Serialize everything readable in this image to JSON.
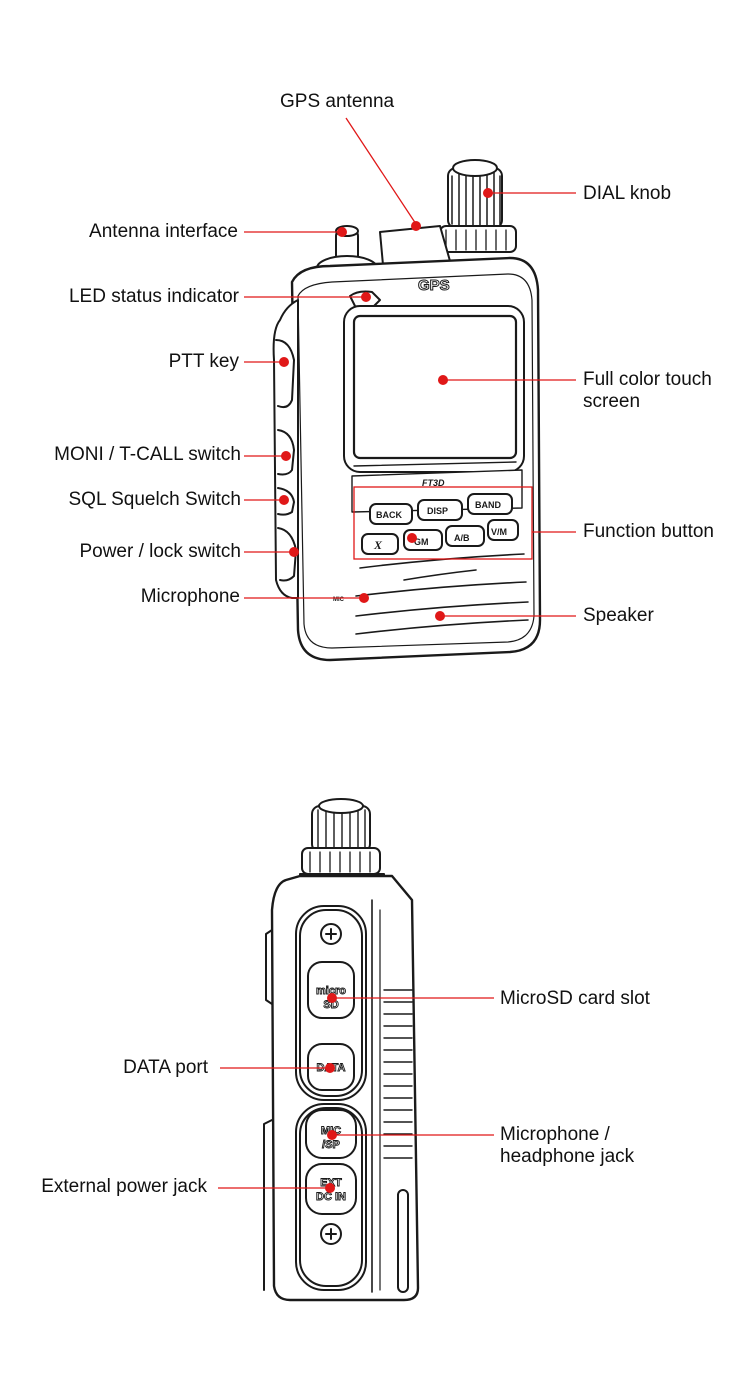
{
  "front_view": {
    "labels": {
      "gps_antenna": "GPS antenna",
      "dial_knob": "DIAL knob",
      "antenna_interface": "Antenna interface",
      "led_status": "LED status indicator",
      "ptt_key": "PTT key",
      "touch_screen_l1": "Full color touch",
      "touch_screen_l2": "screen",
      "moni_tcall": "MONI / T-CALL switch",
      "sql_switch": "SQL Squelch Switch",
      "power_lock": "Power / lock switch",
      "function_button": "Function button",
      "microphone": "Microphone",
      "speaker": "Speaker"
    },
    "device_marks": {
      "gps_badge": "GPS",
      "model": "FT3D",
      "btn_back": "BACK",
      "btn_disp": "DISP",
      "btn_band": "BAND",
      "btn_x": "X",
      "btn_gm": "GM",
      "btn_ab": "A/B",
      "btn_vm": "V/M",
      "mic_mark": "MIC"
    }
  },
  "side_view": {
    "labels": {
      "microsd": "MicroSD card slot",
      "data_port": "DATA port",
      "mic_jack_l1": "Microphone /",
      "mic_jack_l2": "headphone jack",
      "ext_power": "External power jack"
    },
    "device_marks": {
      "micro": "micro",
      "sd": "SD",
      "data": "DATA",
      "mic": "MIC",
      "sp": "/SP",
      "ext": "EXT",
      "dcin": "DC IN"
    }
  },
  "colors": {
    "pointer": "#e01818",
    "outline": "#1a1a1a"
  }
}
